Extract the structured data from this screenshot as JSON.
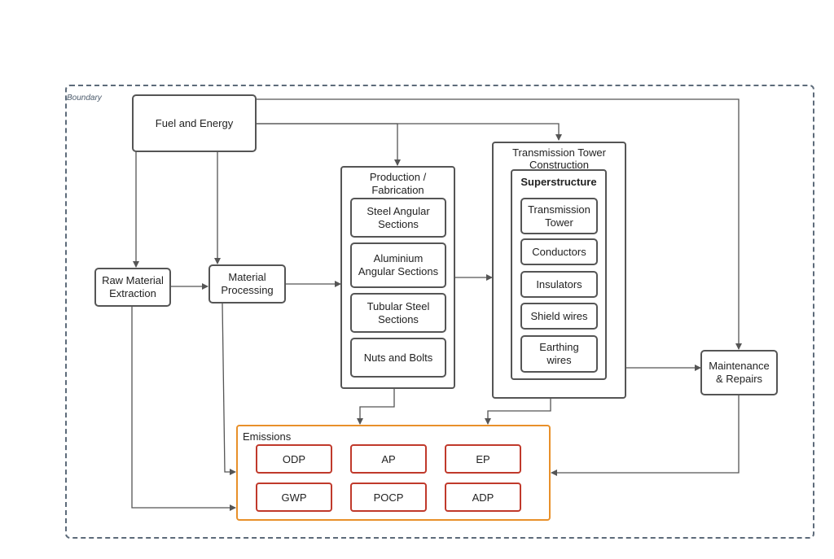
{
  "boundary": {
    "label": "Boundary"
  },
  "nodes": {
    "fuel_energy": "Fuel and Energy",
    "raw_material": "Raw Material Extraction",
    "material_processing": "Material Processing",
    "production": {
      "title": "Production / Fabrication",
      "items": [
        "Steel Angular Sections",
        "Aluminium Angular Sections",
        "Tubular Steel Sections",
        "Nuts and Bolts"
      ]
    },
    "construction": {
      "title": "Transmission Tower Construction",
      "superstructure": {
        "title": "Superstructure",
        "items": [
          "Transmission Tower",
          "Conductors",
          "Insulators",
          "Shield wires",
          "Earthing wires"
        ]
      }
    },
    "maintenance": "Maintenance & Repairs",
    "emissions": {
      "title": "Emissions",
      "items": [
        "ODP",
        "AP",
        "EP",
        "GWP",
        "POCP",
        "ADP"
      ]
    }
  },
  "colors": {
    "line": "#555555",
    "boundary": "#5d6b7a",
    "emissions_border": "#e8902a",
    "impact_border": "#c0392b"
  }
}
